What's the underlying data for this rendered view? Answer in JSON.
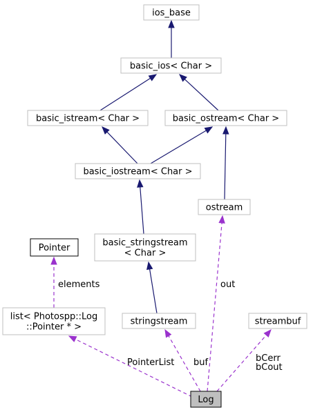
{
  "diagram": {
    "nodes": [
      {
        "id": "ios_base",
        "lines": [
          "ios_base"
        ],
        "style": "plain"
      },
      {
        "id": "basic_ios",
        "lines": [
          "basic_ios< Char >"
        ],
        "style": "plain"
      },
      {
        "id": "basic_istream",
        "lines": [
          "basic_istream< Char >"
        ],
        "style": "plain"
      },
      {
        "id": "basic_ostream",
        "lines": [
          "basic_ostream< Char >"
        ],
        "style": "plain"
      },
      {
        "id": "basic_iostream",
        "lines": [
          "basic_iostream< Char >"
        ],
        "style": "plain"
      },
      {
        "id": "ostream",
        "lines": [
          "ostream"
        ],
        "style": "plain"
      },
      {
        "id": "Pointer",
        "lines": [
          "Pointer"
        ],
        "style": "strong"
      },
      {
        "id": "basic_stringstream",
        "lines": [
          "basic_stringstream",
          "< Char >"
        ],
        "style": "plain"
      },
      {
        "id": "list_pointer",
        "lines": [
          "list< Photospp::Log",
          "::Pointer * >"
        ],
        "style": "plain"
      },
      {
        "id": "stringstream",
        "lines": [
          "stringstream"
        ],
        "style": "plain"
      },
      {
        "id": "streambuf",
        "lines": [
          "streambuf"
        ],
        "style": "plain"
      },
      {
        "id": "Log",
        "lines": [
          "Log"
        ],
        "style": "focus"
      }
    ],
    "edges": [
      {
        "from": "basic_ios",
        "to": "ios_base",
        "kind": "inherit",
        "labels": []
      },
      {
        "from": "basic_istream",
        "to": "basic_ios",
        "kind": "inherit",
        "labels": []
      },
      {
        "from": "basic_ostream",
        "to": "basic_ios",
        "kind": "inherit",
        "labels": []
      },
      {
        "from": "basic_iostream",
        "to": "basic_istream",
        "kind": "inherit",
        "labels": []
      },
      {
        "from": "basic_iostream",
        "to": "basic_ostream",
        "kind": "inherit",
        "labels": []
      },
      {
        "from": "ostream",
        "to": "basic_ostream",
        "kind": "inherit",
        "labels": []
      },
      {
        "from": "basic_stringstream",
        "to": "basic_iostream",
        "kind": "inherit",
        "labels": []
      },
      {
        "from": "stringstream",
        "to": "basic_stringstream",
        "kind": "inherit",
        "labels": []
      },
      {
        "from": "list_pointer",
        "to": "Pointer",
        "kind": "use",
        "labels": [
          "elements"
        ]
      },
      {
        "from": "Log",
        "to": "list_pointer",
        "kind": "use",
        "labels": [
          "PointerList"
        ]
      },
      {
        "from": "Log",
        "to": "stringstream",
        "kind": "use",
        "labels": [
          "buf"
        ]
      },
      {
        "from": "Log",
        "to": "ostream",
        "kind": "use",
        "labels": [
          "out"
        ]
      },
      {
        "from": "Log",
        "to": "streambuf",
        "kind": "use",
        "labels": [
          "bCerr",
          "bCout"
        ]
      }
    ],
    "colors": {
      "inherit_edge": "#191970",
      "use_edge": "#9a32cd",
      "node_border": "#bfbfbf",
      "focus_fill": "#bfbfbf"
    }
  }
}
